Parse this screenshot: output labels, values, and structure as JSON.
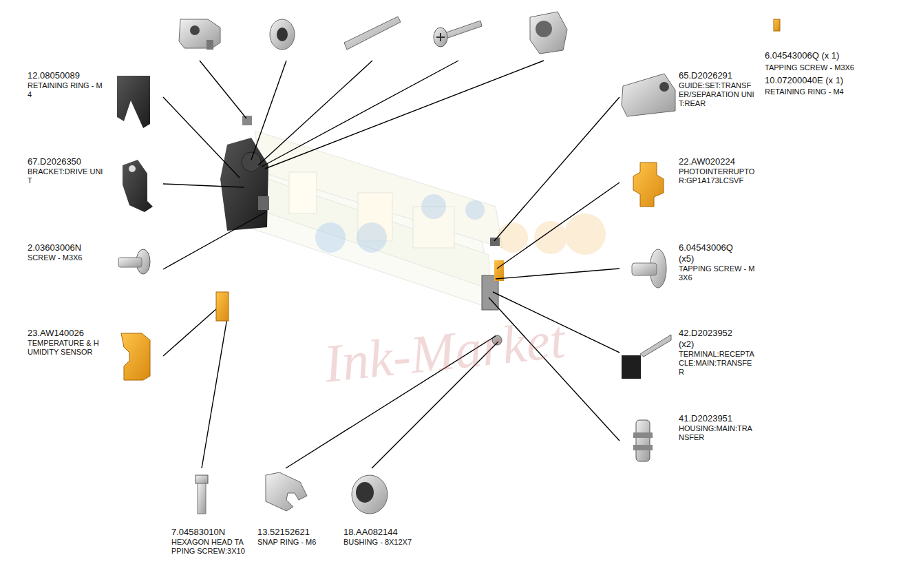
{
  "diagram": {
    "labels": [
      "12.08050089",
      "RETAINING RING - M4",
      "67.D2026350",
      "BRACKET:DRIVE UNIT",
      "2.03603006N",
      "SCREW - M3X6",
      "23.AW140026",
      "TEMPERATURE & HUMIDITY SENSOR",
      "7.04583010N",
      "HEXAGON HEAD TAPPING SCREW:3X10",
      "13.52152621",
      "SNAP RING - M6",
      "18.AA082144",
      "BUSHING - 8X12X7",
      "65.D2026291",
      "GUIDE:SET:TRANSFER/SEPARATION UNIT:REAR",
      "22.AW020224",
      "PHOTOINTERRUPTOR:GP1A173LCSVF",
      "6.04543006Q (x5)",
      "TAPPING SCREW - M3X6",
      "42.D2023952 (x2)",
      "TERMINAL:RECEPTACLE:MAIN:TRANSFER",
      "41.D2023951",
      "HOUSING:MAIN:TRANSFER",
      "6.04543006Q (x 1)",
      "TAPPING SCREW - M3X6",
      "10.07200040E (x 1)",
      "RETAINING RING - M4",
      "Ink-Market"
    ]
  }
}
